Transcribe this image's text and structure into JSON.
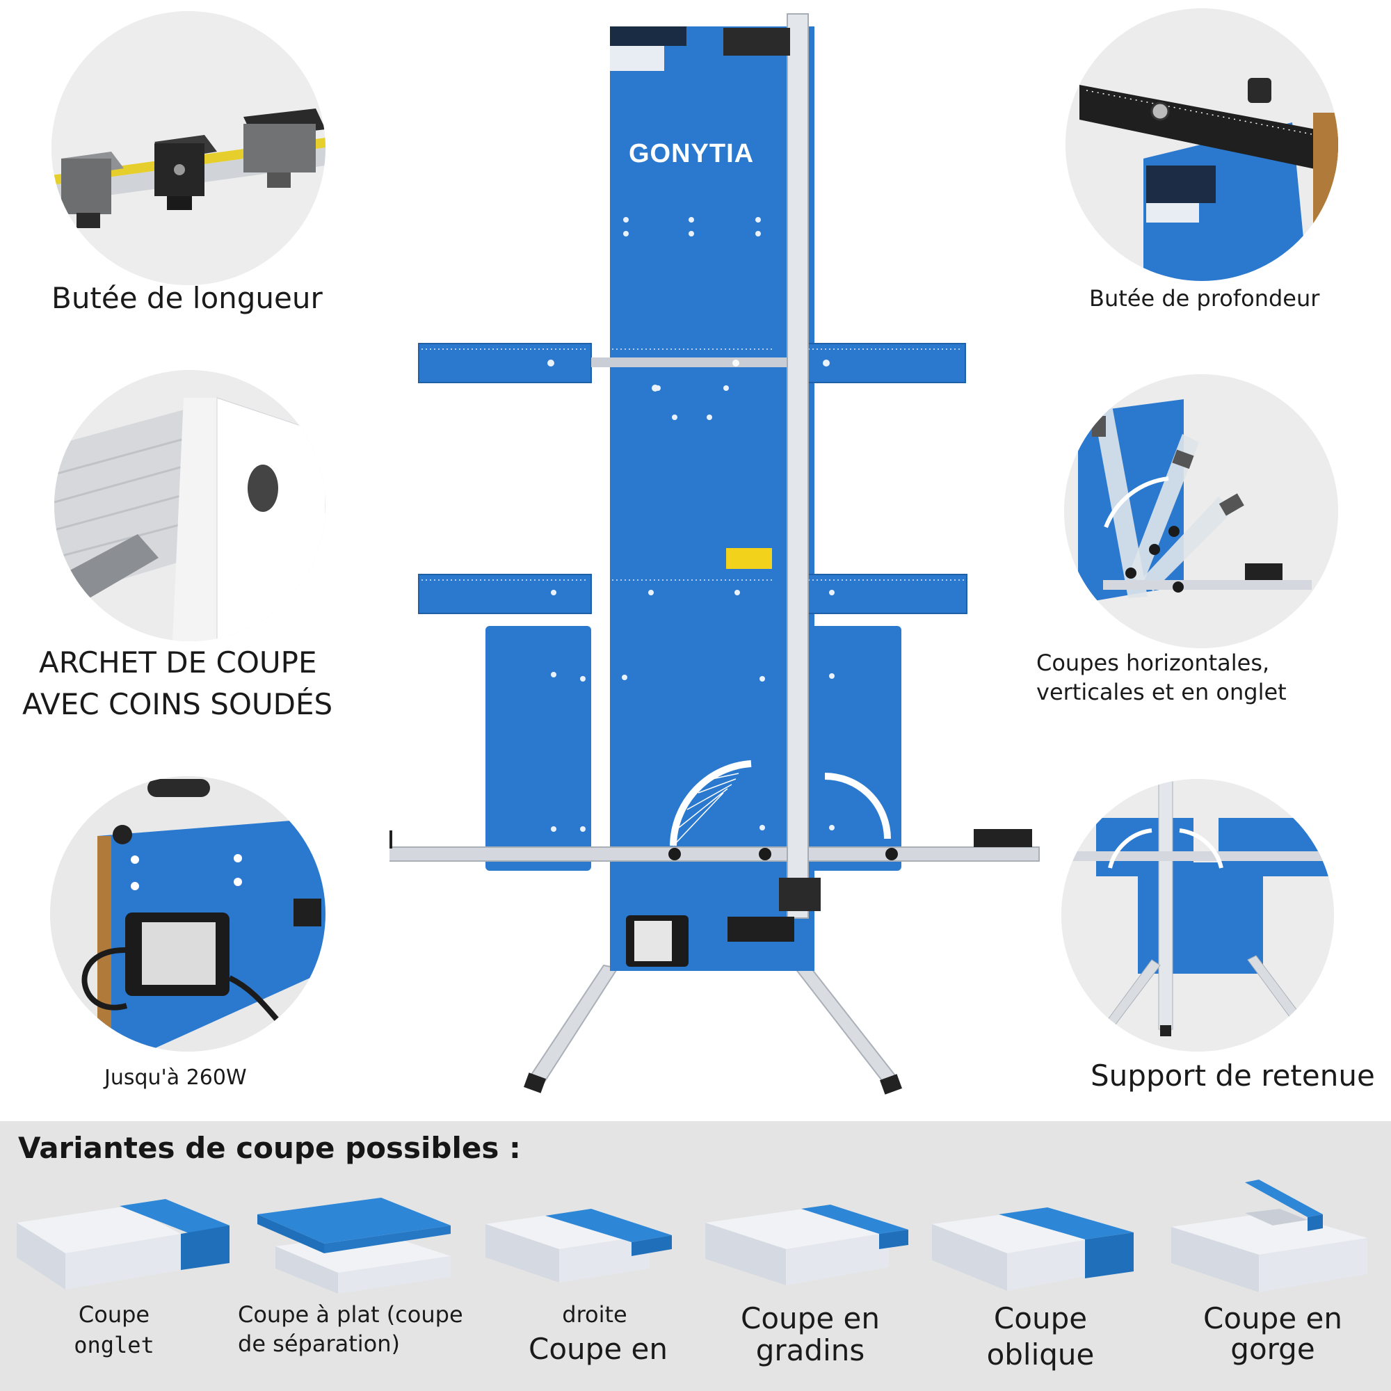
{
  "brand": {
    "logo": "GONYTIA"
  },
  "features": {
    "length_stop": "Butée de longueur",
    "depth_stop": "Butée de profondeur",
    "bow_line1": "ARCHET DE COUPE",
    "bow_line2": "AVEC COINS SOUDÉS",
    "cuts_line1": "Coupes horizontales,",
    "cuts_line2": "verticales et en onglet",
    "power": "Jusqu'à 260W",
    "support": "Support de retenue"
  },
  "variants": {
    "heading": "Variantes de coupe possibles :",
    "items": [
      {
        "line1": "Coupe",
        "line2": "onglet"
      },
      {
        "line1": "Coupe à plat (coupe",
        "line2": "de séparation)"
      },
      {
        "line1": "droite",
        "line2": "Coupe en"
      },
      {
        "line1": "Coupe en",
        "line2": "gradins"
      },
      {
        "line1": "Coupe",
        "line2": "oblique"
      },
      {
        "line1": "Coupe en",
        "line2": "gorge"
      }
    ]
  },
  "colors": {
    "machine_blue": "#2b79cf",
    "block_blue": "#2d86d6",
    "foam_white": "#f0f2f5",
    "panel_gray": "#e4e4e4"
  }
}
